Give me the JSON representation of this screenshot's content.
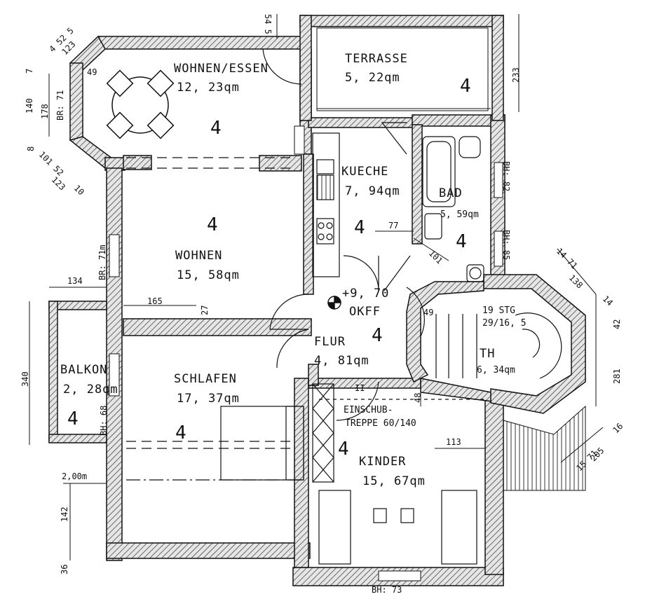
{
  "rooms": {
    "wohnen_essen": {
      "name": "WOHNEN/ESSEN",
      "area": "12, 23qm",
      "mark": "4"
    },
    "terrasse": {
      "name": "TERRASSE",
      "area": "5, 22qm",
      "mark": "4"
    },
    "kueche": {
      "name": "KUECHE",
      "area": "7, 94qm",
      "mark": "4"
    },
    "bad": {
      "name": "BAD",
      "area": "5, 59qm",
      "mark": "4"
    },
    "wohnen": {
      "name": "WOHNEN",
      "area": "15, 58qm",
      "mark": "4"
    },
    "flur": {
      "name": "FLUR",
      "area": "4, 81qm",
      "mark": "4"
    },
    "schlafen": {
      "name": "SCHLAFEN",
      "area": "17, 37qm",
      "mark": "4"
    },
    "balkon": {
      "name": "BALKON",
      "area": "2, 28qm",
      "mark": "4"
    },
    "kinder": {
      "name": "KINDER",
      "area": "15, 67qm",
      "mark": "4"
    },
    "th": {
      "name": "TH",
      "area": "6, 34qm"
    }
  },
  "annotations": {
    "level": "+9, 70",
    "okff": "OKFF",
    "stairs": "19 STG",
    "stairs_ratio": "29/16, 5",
    "einschub": "EINSCHUB-",
    "treppe": "TREPPE 60/140"
  },
  "dimensions": {
    "d_4525": "4 52 5",
    "d_123a": "123",
    "d_545": "54 5",
    "d_49": "49",
    "d_7": "7",
    "d_140": "140",
    "d_178": "178",
    "d_br71a": "BR: 71",
    "d_8": "8",
    "d_101": "101 52",
    "d_123b": "123",
    "d_10": "10",
    "d_2335": "233",
    "d_br71m": "BR: 71m",
    "d_134": "134",
    "d_165": "165",
    "d_27": "27",
    "d_340": "340",
    "d_br68": "BH: 68",
    "d_200": "2,00m",
    "d_1425": "142",
    "d_365": "36",
    "d_77": "77",
    "d_101b": "101",
    "d_495": "49",
    "d_48": "48",
    "d_113": "113",
    "d_bh82": "BH: 82",
    "d_bh85": "BH: 85",
    "d_14": "14 71",
    "d_138": "138",
    "d_14b": "14",
    "d_42817": "42",
    "d_281": "281",
    "d_15": "15 71",
    "d_205": "205",
    "d_16": "16",
    "d_bh73": "BH: 73",
    "d_ii": "II"
  },
  "colors": {
    "ink": "#1a1a1a",
    "wall_fill": "#d8d8d8"
  }
}
